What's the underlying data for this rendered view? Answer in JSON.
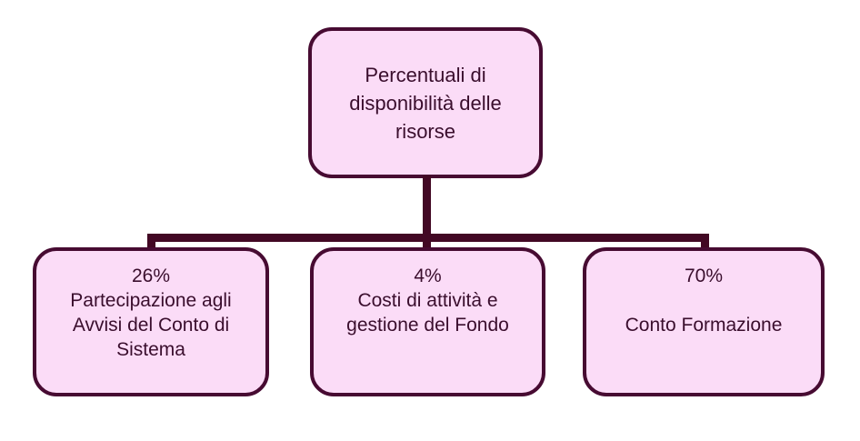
{
  "diagram": {
    "root": {
      "label": "Percentuali di disponibilità delle risorse"
    },
    "children": [
      {
        "percent": "26%",
        "label": "Partecipazione agli Avvisi del Conto di Sistema"
      },
      {
        "percent": "4%",
        "label": "Costi di attività e gestione del Fondo"
      },
      {
        "percent": "70%",
        "label": "Conto Formazione"
      }
    ],
    "colors": {
      "box_fill": "#fbdcf7",
      "box_border": "#470b32",
      "connector": "#420824",
      "text": "#3a0e2d",
      "background": "#ffffff"
    }
  }
}
